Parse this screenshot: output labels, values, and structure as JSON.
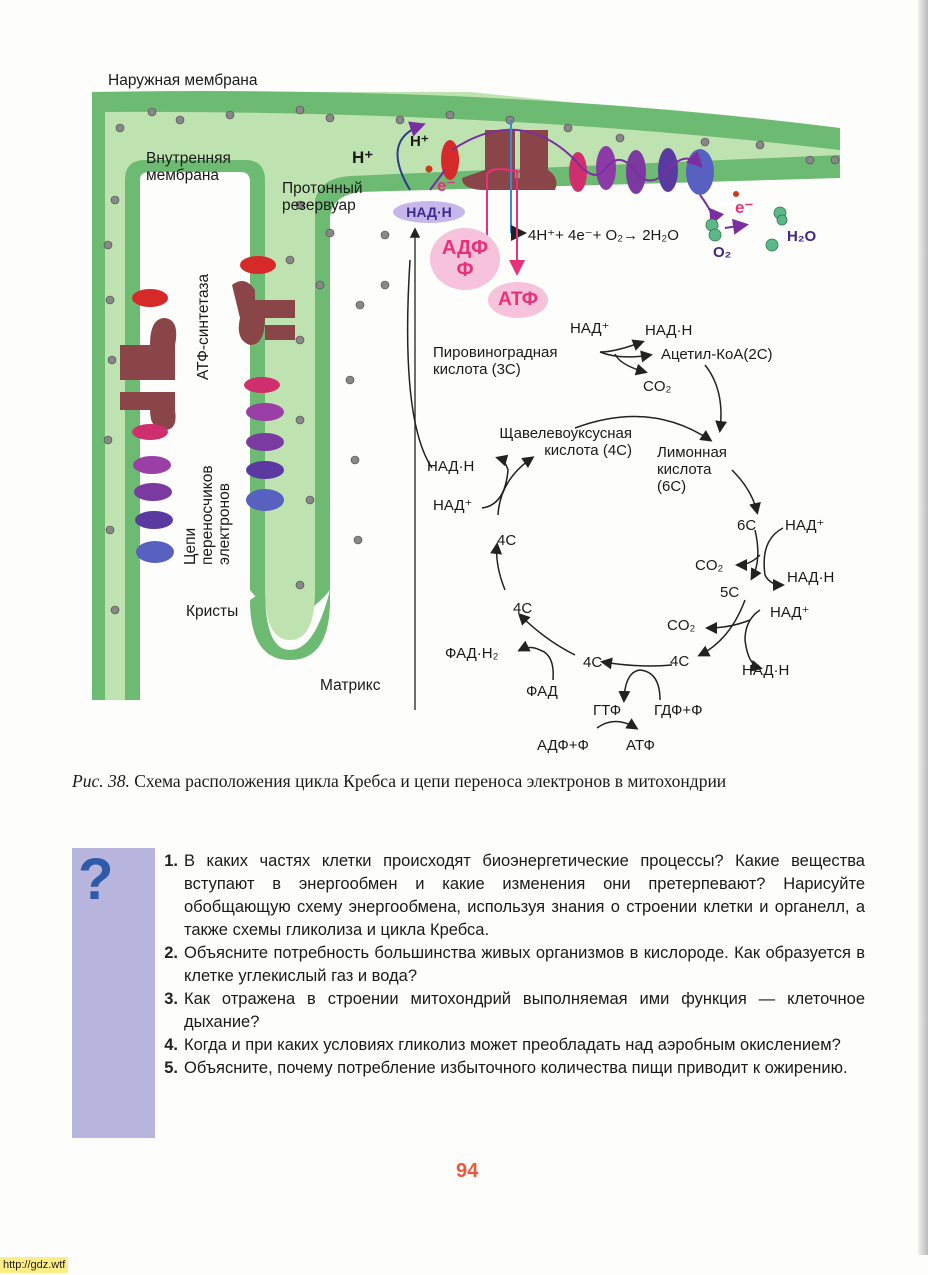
{
  "diagram": {
    "outer_membrane": "Наружная мембрана",
    "inner_membrane": "Внутренняя мембрана",
    "proton_reservoir": "Протонный резервуар",
    "atp_synthase": "АТФ-синтетаза",
    "electron_chains": "Цепи переносчиков электронов",
    "cristae": "Кристы",
    "matrix": "Матрикс",
    "h_plus_1": "H⁺",
    "h_plus_2": "H⁺",
    "e_minus_1": "e⁻",
    "e_minus_2": "e⁻",
    "nadh_top": "НАД·H",
    "adp_f": "АДФ",
    "f": "Ф",
    "atp_top": "АТФ",
    "water_equation": "4H⁺+ 4e⁻+ O₂→ 2H₂O",
    "o2": "O₂",
    "h2o": "H₂O",
    "krebs": {
      "nad_plus_1": "НАД⁺",
      "nadh_1": "НАД·H",
      "pyruvic": "Пировиноградная кислота (3С)",
      "acetyl": "Ацетил-КоА(2С)",
      "co2_1": "CO₂",
      "oxaloacetic": "Щавелевоуксусная кислота (4С)",
      "citric": "Лимонная кислота (6С)",
      "nadh_left": "НАД·H",
      "nad_plus_left": "НАД⁺",
      "c6": "6С",
      "nad_plus_2": "НАД⁺",
      "co2_2": "CO₂",
      "nadh_2": "НАД·H",
      "c5": "5С",
      "nad_plus_3": "НАД⁺",
      "co2_3": "CO₂",
      "c4_a": "4С",
      "nadh_3": "НАД·H",
      "c4_b": "4С",
      "c4_c": "4С",
      "c4_d": "4С",
      "fadh2": "ФАД·H₂",
      "fad": "ФАД",
      "gtf": "ГТФ",
      "gdf": "ГДФ+Ф",
      "adf": "АДФ+Ф",
      "atf": "АТФ"
    }
  },
  "caption": {
    "label": "Рис. 38.",
    "text": "Схема расположения цикла Кребса и цепи переноса электронов в митохондрии"
  },
  "question_mark": "?",
  "questions": [
    {
      "n": "1.",
      "text": "В каких частях клетки происходят биоэнергетические процессы? Какие вещества вступают в энергообмен и какие изменения они претерпевают? Нарисуйте обобщающую схему энергообмена, используя знания о строении клетки и органелл, а также схемы гликолиза и цикла Кребса."
    },
    {
      "n": "2.",
      "text": "Объясните потребность большинства живых организмов в кислороде. Как образуется в клетке углекислый газ и вода?"
    },
    {
      "n": "3.",
      "text": "Как отражена в строении митохондрий выполняемая ими функция — клеточное дыхание?"
    },
    {
      "n": "4.",
      "text": "Когда и при каких условиях гликолиз может преобладать над аэробным окислением?"
    },
    {
      "n": "5.",
      "text": "Объясните, почему потребление избыточного количества пищи приводит к ожирению."
    }
  ],
  "page_number": "94",
  "watermark": "http://gdz.wtf"
}
